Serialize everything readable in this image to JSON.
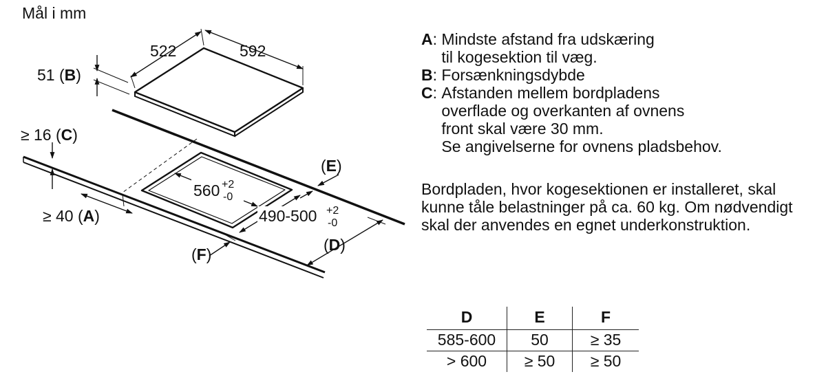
{
  "caption": "Mål i mm",
  "drawing": {
    "dim_522": "522",
    "dim_592": "592",
    "label_b": "51 (B)",
    "label_c": "≥ 16 (C)",
    "label_a": "≥ 40 (A)",
    "cutout_width": "560",
    "cutout_width_tol_plus": "+2",
    "cutout_width_tol_minus": "-0",
    "cutout_depth": "490-500",
    "cutout_depth_tol_plus": "+2",
    "cutout_depth_tol_minus": "-0",
    "label_e": "(E)",
    "label_d": "(D)",
    "label_f": "(F)"
  },
  "notes": [
    {
      "key": "A",
      "text": "Mindste afstand fra udskæring\ntil kogesektion til væg."
    },
    {
      "key": "B",
      "text": "Forsænkningsdybde"
    },
    {
      "key": "C",
      "text": "Afstanden mellem bordpladens\noverflade og overkanten af ovnens\nfront skal være 30 mm.\nSe angivelserne for ovnens pladsbehov."
    }
  ],
  "paragraph": "Bordpladen, hvor kogesektionen er installeret, skal kunne tåle belastninger på ca. 60 kg. Om nødvendigt skal der anvendes en egnet underkonstruktion.",
  "table": {
    "headers": [
      "D",
      "E",
      "F"
    ],
    "rows": [
      [
        "585-600",
        "50",
        "≥ 35"
      ],
      [
        "> 600",
        "≥ 50",
        "≥ 50"
      ]
    ]
  }
}
